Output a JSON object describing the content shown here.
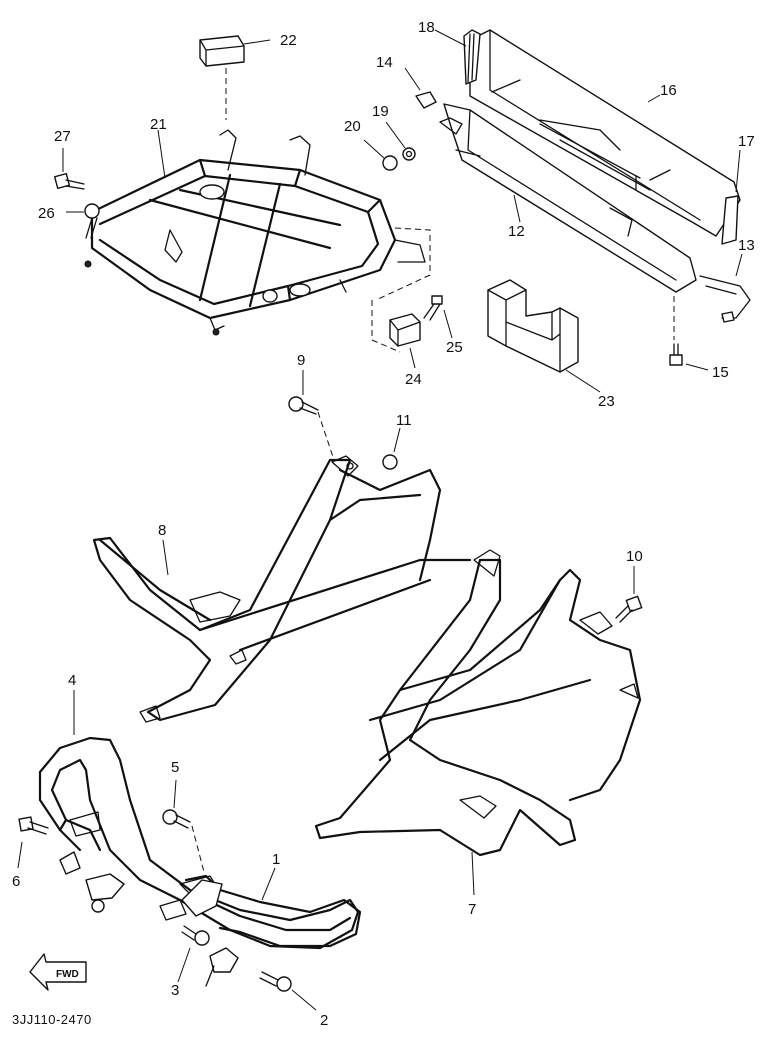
{
  "diagram_code": "3JJ110-2470",
  "fwd_label": "FWD",
  "callouts": {
    "n1": "1",
    "n2": "2",
    "n3": "3",
    "n4": "4",
    "n5": "5",
    "n6": "6",
    "n7": "7",
    "n8": "8",
    "n9": "9",
    "n10": "10",
    "n11": "11",
    "n12": "12",
    "n13": "13",
    "n14": "14",
    "n15": "15",
    "n16": "16",
    "n17": "17",
    "n18": "18",
    "n19": "19",
    "n20": "20",
    "n21": "21",
    "n22": "22",
    "n23": "23",
    "n24": "24",
    "n25": "25",
    "n26": "26",
    "n27": "27"
  }
}
